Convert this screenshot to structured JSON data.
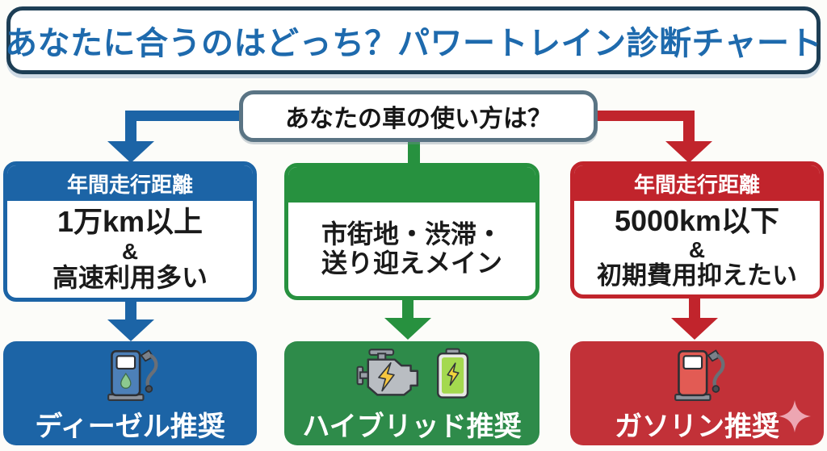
{
  "title": "あなたに合うのはどっち？パワートレイン診断チャート",
  "question": "あなたの車の使い方は？",
  "colors": {
    "title_text": "#1e6aad",
    "title_border": "#1d3e55",
    "question_border": "#5a7484",
    "blue": "#1c64a6",
    "green": "#27913f",
    "green_result_fill": "#2e8b4a",
    "red": "#c1242c",
    "red_result_fill": "#c23138",
    "sparkle_pink": "#eda6b2"
  },
  "branches": [
    {
      "id": "diesel",
      "header": "年間走行距離",
      "condition_lines": [
        "1万km以上",
        "&",
        "高速利用多い"
      ],
      "result": "ディーゼル推奨",
      "icon": "diesel-fuel-pump-icon"
    },
    {
      "id": "hybrid",
      "header": "",
      "condition_lines": [
        "市街地・渋滞・",
        "送り迎えメイン"
      ],
      "result": "ハイブリッド推奨",
      "icon": "engine-and-battery-icon"
    },
    {
      "id": "gasoline",
      "header": "年間走行距離",
      "condition_lines": [
        "5000km以下",
        "&",
        "初期費用抑えたい"
      ],
      "result": "ガソリン推奨",
      "icon": "gasoline-fuel-pump-icon"
    }
  ]
}
